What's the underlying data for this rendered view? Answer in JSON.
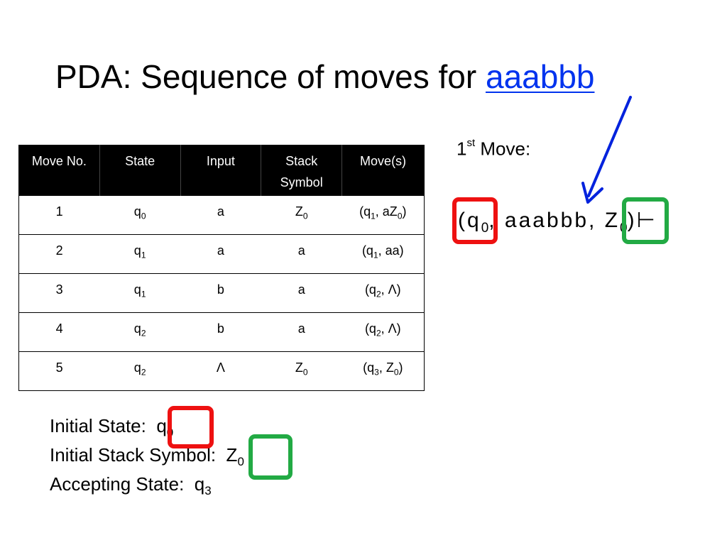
{
  "title": {
    "prefix": "PDA: Sequence of moves for ",
    "highlight": "aaabbb"
  },
  "move_label": {
    "number": "1",
    "suffix": "st",
    "text": " Move:"
  },
  "table": {
    "headers": [
      "Move No.",
      "State",
      "Input",
      "Stack Symbol",
      "Move(s)"
    ],
    "rows": [
      {
        "no": "1",
        "state_base": "q",
        "state_sub": "0",
        "input": "a",
        "stack_base": "Z",
        "stack_sub": "0",
        "move_a": "(q",
        "move_a_sub": "1",
        "move_b": ", aZ",
        "move_b_sub": "0",
        "move_c": ")"
      },
      {
        "no": "2",
        "state_base": "q",
        "state_sub": "1",
        "input": "a",
        "stack_base": "a",
        "stack_sub": "",
        "move_a": "(q",
        "move_a_sub": "1",
        "move_b": ", aa)",
        "move_b_sub": "",
        "move_c": ""
      },
      {
        "no": "3",
        "state_base": "q",
        "state_sub": "1",
        "input": "b",
        "stack_base": "a",
        "stack_sub": "",
        "move_a": "(q",
        "move_a_sub": "2",
        "move_b": ", Λ)",
        "move_b_sub": "",
        "move_c": ""
      },
      {
        "no": "4",
        "state_base": "q",
        "state_sub": "2",
        "input": "b",
        "stack_base": "a",
        "stack_sub": "",
        "move_a": "(q",
        "move_a_sub": "2",
        "move_b": ", Λ)",
        "move_b_sub": "",
        "move_c": ""
      },
      {
        "no": "5",
        "state_base": "q",
        "state_sub": "2",
        "input": "Λ",
        "stack_base": "Z",
        "stack_sub": "0",
        "move_a": "(q",
        "move_a_sub": "3",
        "move_b": ", Z",
        "move_b_sub": "0",
        "move_c": ")"
      }
    ]
  },
  "info": {
    "initial_state_label": "Initial State:",
    "initial_state_base": "q",
    "initial_state_sub": "0",
    "initial_stack_label": "Initial Stack Symbol:",
    "initial_stack_base": "Z",
    "initial_stack_sub": "0",
    "accepting_label": "Accepting State:",
    "accepting_base": "q",
    "accepting_sub": "3"
  },
  "config": {
    "open": "(q",
    "state_sub": "0",
    "input": ", aaabbb, ",
    "stack_base": "Z",
    "stack_sub": "0",
    "close": ")",
    "turnstile": "⊢"
  },
  "colors": {
    "state_box": "#ee1111",
    "stack_box": "#22aa44",
    "arrow": "#0022dd",
    "title_highlight": "#0033ee",
    "table_header_bg": "#000000"
  }
}
